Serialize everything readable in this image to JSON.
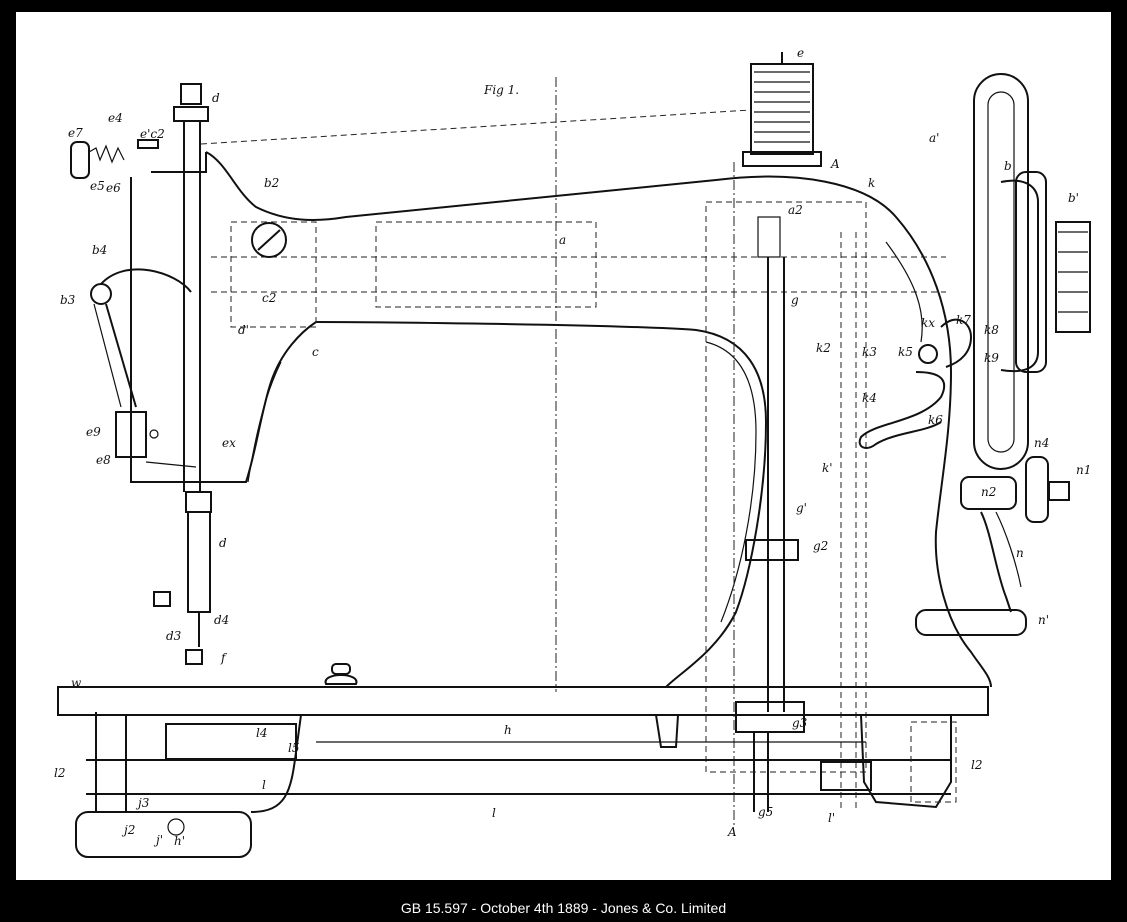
{
  "figure": {
    "title": "Fig 1.",
    "labels": [
      {
        "id": "a",
        "text": "a"
      },
      {
        "id": "a1",
        "text": "a'"
      },
      {
        "id": "a2",
        "text": "a2"
      },
      {
        "id": "b",
        "text": "b"
      },
      {
        "id": "b1",
        "text": "b'"
      },
      {
        "id": "b2",
        "text": "b2"
      },
      {
        "id": "b3",
        "text": "b3"
      },
      {
        "id": "b4",
        "text": "b4"
      },
      {
        "id": "c",
        "text": "c"
      },
      {
        "id": "c2",
        "text": "c2"
      },
      {
        "id": "d",
        "text": "d"
      },
      {
        "id": "d_lower",
        "text": "d"
      },
      {
        "id": "d1",
        "text": "d'"
      },
      {
        "id": "d3",
        "text": "d3"
      },
      {
        "id": "d4",
        "text": "d4"
      },
      {
        "id": "e",
        "text": "e"
      },
      {
        "id": "e1c2",
        "text": "e'c2"
      },
      {
        "id": "e4",
        "text": "e4"
      },
      {
        "id": "e5",
        "text": "e5"
      },
      {
        "id": "e6",
        "text": "e6"
      },
      {
        "id": "e7",
        "text": "e7"
      },
      {
        "id": "e8",
        "text": "e8"
      },
      {
        "id": "e9",
        "text": "e9"
      },
      {
        "id": "ex",
        "text": "ex"
      },
      {
        "id": "f",
        "text": "f"
      },
      {
        "id": "g",
        "text": "g"
      },
      {
        "id": "g1",
        "text": "g'"
      },
      {
        "id": "g2",
        "text": "g2"
      },
      {
        "id": "g3",
        "text": "g3"
      },
      {
        "id": "g5",
        "text": "g5"
      },
      {
        "id": "h",
        "text": "h"
      },
      {
        "id": "h1",
        "text": "h'"
      },
      {
        "id": "j1",
        "text": "j'"
      },
      {
        "id": "j2",
        "text": "j2"
      },
      {
        "id": "j3",
        "text": "j3"
      },
      {
        "id": "k",
        "text": "k"
      },
      {
        "id": "k1",
        "text": "k'"
      },
      {
        "id": "k2",
        "text": "k2"
      },
      {
        "id": "k3",
        "text": "k3"
      },
      {
        "id": "k4",
        "text": "k4"
      },
      {
        "id": "k5",
        "text": "k5"
      },
      {
        "id": "k6",
        "text": "k6"
      },
      {
        "id": "k7",
        "text": "k7"
      },
      {
        "id": "k8",
        "text": "k8"
      },
      {
        "id": "k9",
        "text": "k9"
      },
      {
        "id": "kx",
        "text": "kx"
      },
      {
        "id": "l",
        "text": "l"
      },
      {
        "id": "l_upper",
        "text": "l"
      },
      {
        "id": "l1",
        "text": "l'"
      },
      {
        "id": "l2_left",
        "text": "l2"
      },
      {
        "id": "l2_right",
        "text": "l2"
      },
      {
        "id": "l4",
        "text": "l4"
      },
      {
        "id": "l5",
        "text": "l5"
      },
      {
        "id": "n",
        "text": "n"
      },
      {
        "id": "n1",
        "text": "n'"
      },
      {
        "id": "n_1",
        "text": "n1"
      },
      {
        "id": "n2",
        "text": "n2"
      },
      {
        "id": "n4",
        "text": "n4"
      },
      {
        "id": "w",
        "text": "w"
      },
      {
        "id": "A_top",
        "text": "A"
      },
      {
        "id": "A_bottom",
        "text": "A"
      }
    ]
  },
  "caption": "GB 15.597 - October 4th 1889 - Jones & Co. Limited"
}
